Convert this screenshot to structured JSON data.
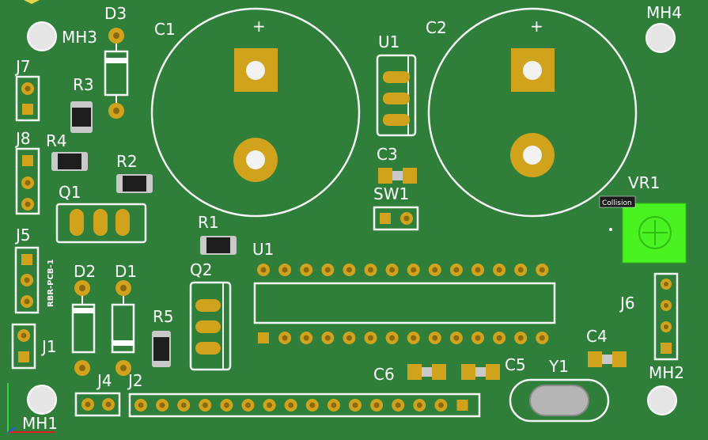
{
  "board": {
    "text": "RBR-PCB-1",
    "colors": {
      "pcb": "#2f7f3a",
      "silk": "#ffffff",
      "copper": "#d1a21c",
      "hole": "#f2f2f2",
      "collision": "#49f220"
    },
    "icons": [
      "axis-triad-icon"
    ]
  },
  "designators": {
    "C1": "C1",
    "C2": "C2",
    "C3": "C3",
    "C4": "C4",
    "C5": "C5",
    "C6": "C6",
    "D1": "D1",
    "D2": "D2",
    "D3": "D3",
    "J1": "J1",
    "J2": "J2",
    "J4": "J4",
    "J5": "J5",
    "J6": "J6",
    "J7": "J7",
    "J8": "J8",
    "MH1": "MH1",
    "MH2": "MH2",
    "MH3": "MH3",
    "MH4": "MH4",
    "Q1": "Q1",
    "Q2": "Q2",
    "R1": "R1",
    "R2": "R2",
    "R3": "R3",
    "R4": "R4",
    "R5": "R5",
    "SW1": "SW1",
    "U1_reg": "U1",
    "U1_ic": "U1",
    "VR1": "VR1",
    "Y1": "Y1"
  },
  "polarity": {
    "C1_plus": "+",
    "C2_plus": "+"
  },
  "tooltip": {
    "text": "Collision"
  }
}
